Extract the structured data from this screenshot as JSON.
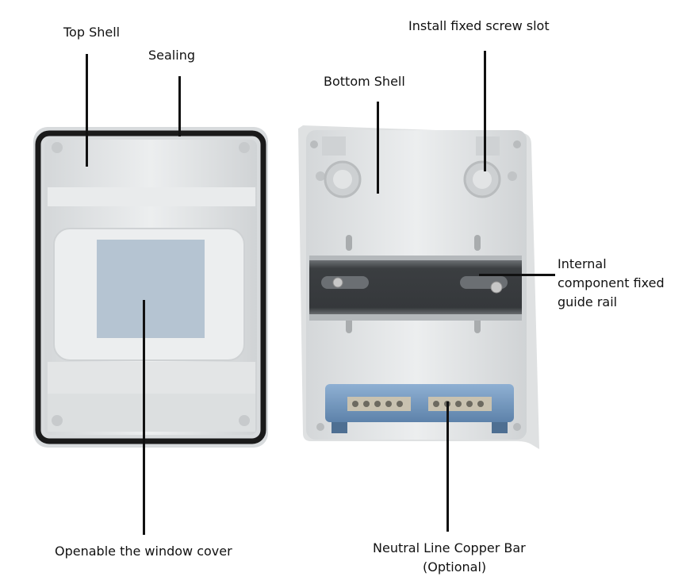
{
  "labels": {
    "top_shell": "Top Shell",
    "sealing": "Sealing",
    "bottom_shell": "Bottom Shell",
    "install_screw_slot": "Install fixed screw slot",
    "guide_rail_line1": "Internal",
    "guide_rail_line2": "component fixed",
    "guide_rail_line3": "guide rail",
    "window_cover": "Openable the window cover",
    "copper_bar_line1": "Neutral Line Copper Bar",
    "copper_bar_line2": "(Optional)"
  },
  "colors": {
    "shell": "#e6e8e9",
    "shell_inner": "#d9dcdd",
    "seal": "#1a1a1a",
    "window": "#b5c4d2",
    "rail": "#4a4d50",
    "copper_bar": "#6f95bd",
    "terminal": "#c9c2b0"
  }
}
